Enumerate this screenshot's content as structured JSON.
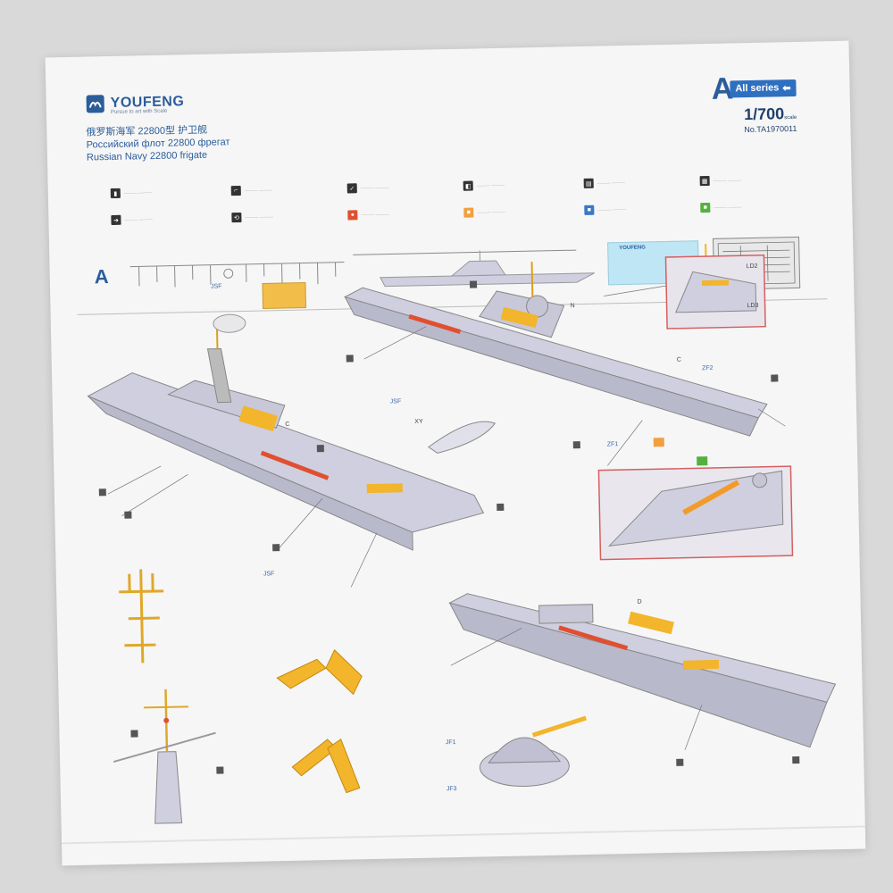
{
  "brand": {
    "name": "YOUFENG",
    "tagline": "Pursue to art with Scale"
  },
  "title": {
    "line1": "俄罗斯海军 22800型 护卫舰",
    "line2": "Российский флот 22800 фрегат",
    "line3": "Russian Navy 22800 frigate"
  },
  "series": {
    "letter": "A",
    "label": "All series"
  },
  "scale": {
    "value": "1/700",
    "unit": "scale",
    "model_no": "No.TA1970011"
  },
  "parts_section_letter": "A",
  "decal_brand": "YOUFENG",
  "callouts": {
    "jsf": "JSF",
    "xy": "XY",
    "zf1": "ZF1",
    "zf2": "ZF2",
    "ld2": "LD2",
    "ld3": "LD3",
    "jf1": "JF1",
    "jf3": "JF3",
    "c": "C",
    "d": "D",
    "n": "N"
  },
  "colors": {
    "brand_blue": "#2b5d9b",
    "badge_blue": "#2f6fc0",
    "hull_gray": "#cfcfe0",
    "pe_yellow": "#f2b52b",
    "accent_red": "#e05030",
    "accent_green": "#55b040",
    "accent_orange": "#f0a040"
  },
  "icons": [
    "glue-icon",
    "cut-icon",
    "bend-icon",
    "photo-etch-icon",
    "resin-icon",
    "paint-icon",
    "decal-icon",
    "green-part-icon"
  ]
}
